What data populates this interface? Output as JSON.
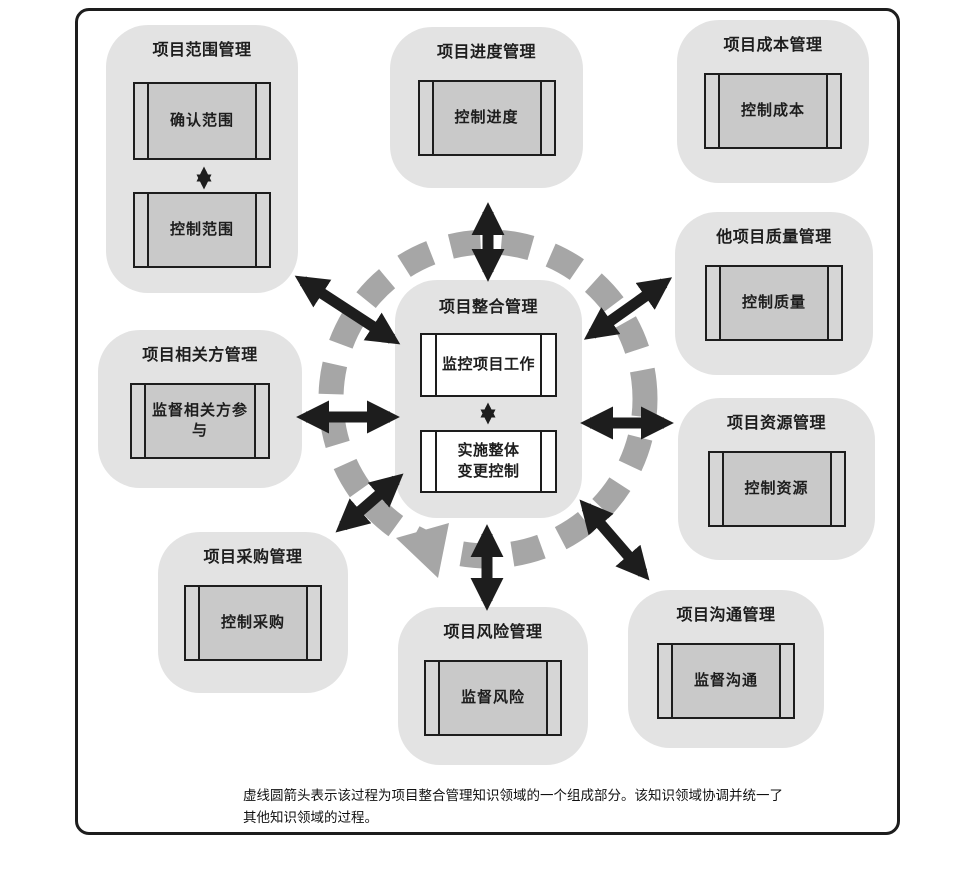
{
  "colors": {
    "frame_border": "#1d1d1d",
    "node_background": "#e3e3e3",
    "process_box_fill": "#c9c9c9",
    "process_box_strip": "#d6d6d6",
    "center_box_fill": "#ffffff",
    "arrow_black": "#1d1d1d",
    "dashed_circle_gray": "#a6a6a6"
  },
  "center_node": {
    "title": "项目整合管理",
    "processes": [
      "监控项目工作",
      "实施整体\n变更控制"
    ]
  },
  "nodes": [
    {
      "title": "项目范围管理",
      "processes": [
        "确认范围",
        "控制范围"
      ]
    },
    {
      "title": "项目进度管理",
      "processes": [
        "控制进度"
      ]
    },
    {
      "title": "项目成本管理",
      "processes": [
        "控制成本"
      ]
    },
    {
      "title": "他项目质量管理",
      "processes": [
        "控制质量"
      ]
    },
    {
      "title": "项目资源管理",
      "processes": [
        "控制资源"
      ]
    },
    {
      "title": "项目沟通管理",
      "processes": [
        "监督沟通"
      ]
    },
    {
      "title": "项目风险管理",
      "processes": [
        "监督风险"
      ]
    },
    {
      "title": "项目采购管理",
      "processes": [
        "控制采购"
      ]
    },
    {
      "title": "项目相关方管理",
      "processes": [
        "监督相关方参与"
      ]
    }
  ],
  "footnote": "虚线圆箭头表示该过程为项目整合管理知识领域的一个组成部分。该知识领域协调并统一了\n其他知识领域的过程。"
}
